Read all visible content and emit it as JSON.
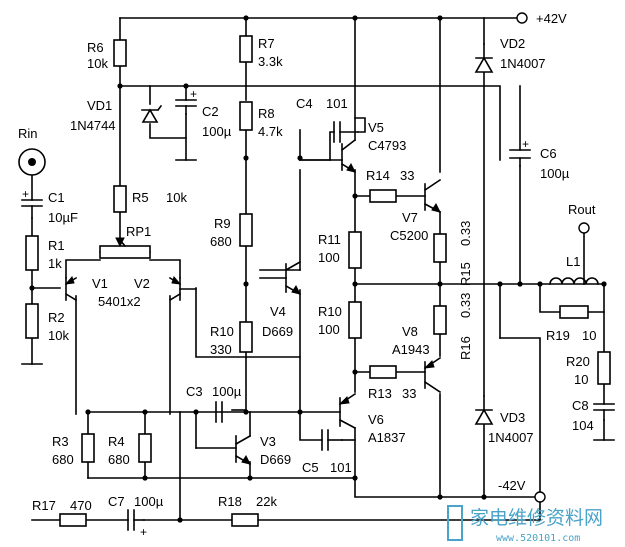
{
  "rails": {
    "pos": "+42V",
    "neg": "-42V"
  },
  "io": {
    "input": "Rin",
    "output": "Rout"
  },
  "labels": {
    "R6": "R6",
    "R6v": "10k",
    "VD1": "VD1",
    "VD1v": "1N4744",
    "C2": "C2",
    "C2v": "100µ",
    "R7": "R7",
    "R7v": "3.3k",
    "R8": "R8",
    "R8v": "4.7k",
    "C4": "C4",
    "C4v": "101",
    "V5": "V5",
    "V5v": "C4793",
    "R14": "R14",
    "R14v": "33",
    "V7": "V7",
    "V7v": "C5200",
    "VD2": "VD2",
    "VD2v": "1N4007",
    "C6": "C6",
    "C6v": "100µ",
    "C1": "C1",
    "C1v": "10µF",
    "R1": "R1",
    "R1v": "1k",
    "R2": "R2",
    "R2v": "10k",
    "R5": "R5",
    "R5v": "10k",
    "RP1": "RP1",
    "V1": "V1",
    "V2": "V2",
    "V12v": "5401x2",
    "R9": "R9",
    "R9v": "680",
    "R11": "R11",
    "R11v": "100",
    "R15": "R15",
    "R15v": "0.33",
    "R10a": "R10",
    "R10av": "330",
    "V4": "V4",
    "V4v": "D669",
    "R10b": "R10",
    "R10bv": "100",
    "V8": "V8",
    "V8v": "A1943",
    "R16": "R16",
    "R16v": "0.33",
    "L1": "L1",
    "R19": "R19",
    "R19v": "10",
    "R20": "R20",
    "R20v": "10",
    "C8": "C8",
    "C8v": "104",
    "C3": "C3",
    "C3v": "100µ",
    "R13": "R13",
    "R13v": "33",
    "V6": "V6",
    "V6v": "A1837",
    "VD3": "VD3",
    "VD3v": "1N4007",
    "R3": "R3",
    "R3v": "680",
    "R4": "R4",
    "R4v": "680",
    "V3": "V3",
    "V3v": "D669",
    "C5": "C5",
    "C5v": "101",
    "R17": "R17",
    "R17v": "470",
    "C7": "C7",
    "C7v": "100µ",
    "R18": "R18",
    "R18v": "22k"
  },
  "watermark": {
    "text": "家电维修资料网",
    "url": "www.520101.com"
  }
}
